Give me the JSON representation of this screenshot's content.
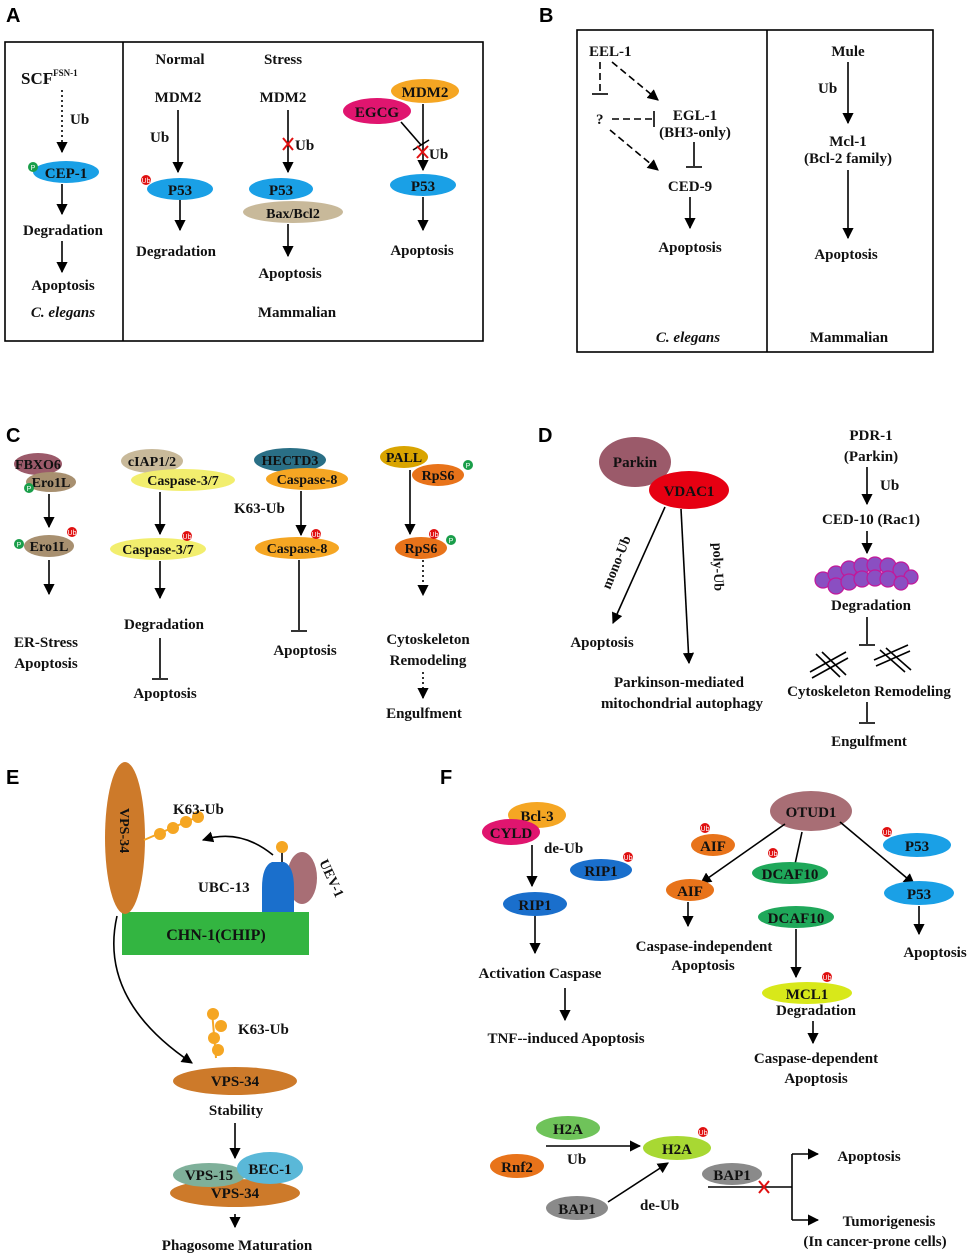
{
  "panels": {
    "A": {
      "label": "A",
      "scf": "SCF",
      "scf_sup": "FSN-1",
      "ub": "Ub",
      "cep1": "CEP-1",
      "degradation": "Degradation",
      "apoptosis": "Apoptosis",
      "species": "C. elegans",
      "normal": "Normal",
      "stress": "Stress",
      "mdm2": "MDM2",
      "p53": "P53",
      "baxbcl2": "Bax/Bcl2",
      "egcg": "EGCG",
      "mammalian": "Mammalian"
    },
    "B": {
      "label": "B",
      "eel1": "EEL-1",
      "egl1": "EGL-1",
      "bh3": "(BH3-only)",
      "q": "?",
      "ced9": "CED-9",
      "apoptosis": "Apoptosis",
      "species": "C. elegans",
      "mule": "Mule",
      "ub": "Ub",
      "mcl1": "Mcl-1",
      "bcl2fam": "(Bcl-2 family)",
      "mammalian": "Mammalian"
    },
    "C": {
      "label": "C",
      "fbxo6": "FBXO6",
      "ero1l": "Ero1L",
      "er_stress": "ER-Stress",
      "apoptosis": "Apoptosis",
      "ciap": "cIAP1/2",
      "casp37": "Caspase-3/7",
      "degradation": "Degradation",
      "hectd3": "HECTD3",
      "casp8": "Caspase-8",
      "k63ub": "K63-Ub",
      "pall": "PALL",
      "rps6": "RpS6",
      "cyto": "Cytoskeleton",
      "remodeling": "Remodeling",
      "engulfment": "Engulfment"
    },
    "D": {
      "label": "D",
      "parkin": "Parkin",
      "vdac1": "VDAC1",
      "monoub": "mono-Ub",
      "polyub": "poly-Ub",
      "apoptosis": "Apoptosis",
      "pmma1": "Parkinson-mediated",
      "pmma2": "mitochondrial autophagy",
      "pdr1": "PDR-1",
      "parkin2": "(Parkin)",
      "ub": "Ub",
      "ced10": "CED-10 (Rac1)",
      "degradation": "Degradation",
      "cyto_rem": "Cytoskeleton Remodeling",
      "engulfment": "Engulfment"
    },
    "E": {
      "label": "E",
      "vps34": "VPS-34",
      "k63ub": "K63-Ub",
      "ubc13": "UBC-13",
      "uev1": "UEV-1",
      "chn1": "CHN-1(CHIP)",
      "stability": "Stability",
      "vps15": "VPS-15",
      "bec1": "BEC-1",
      "phago": "Phagosome Maturation"
    },
    "F": {
      "label": "F",
      "cyld": "CYLD",
      "bcl3": "Bcl-3",
      "deub": "de-Ub",
      "rip1": "RIP1",
      "act_casp": "Activation Caspase",
      "tnf": "TNF--induced Apoptosis",
      "otud1": "OTUD1",
      "aif": "AIF",
      "dcaf10": "DCAF10",
      "p53": "P53",
      "casp_indep1": "Caspase-independent",
      "casp_indep2": "Apoptosis",
      "apoptosis": "Apoptosis",
      "mcl1": "MCL1",
      "degradation": "Degradation",
      "casp_dep1": "Caspase-dependent",
      "casp_dep2": "Apoptosis",
      "rnf2": "Rnf2",
      "h2a": "H2A",
      "ub": "Ub",
      "bap1": "BAP1",
      "tumor": "Tumorigenesis",
      "cancer": "(In cancer-prone cells)"
    }
  },
  "marks": {
    "p": "P",
    "ub": "Ub"
  },
  "colors": {
    "blue": "#1aa0e6",
    "green_p": "#1a9e4a",
    "red_ub": "#e01010",
    "tan": "#c8b99a",
    "pink": "#e0156f",
    "orange": "#f5a623",
    "mauve": "#9b5a6a",
    "khaki": "#a89070",
    "yellow": "#f2ee6e",
    "teal": "#2a6f86",
    "mustard": "#d9a400",
    "dark_orange": "#e8731a",
    "brown_orange": "#cd7a2a",
    "chn_green": "#33b541",
    "purple": "#8a4fc2"
  }
}
